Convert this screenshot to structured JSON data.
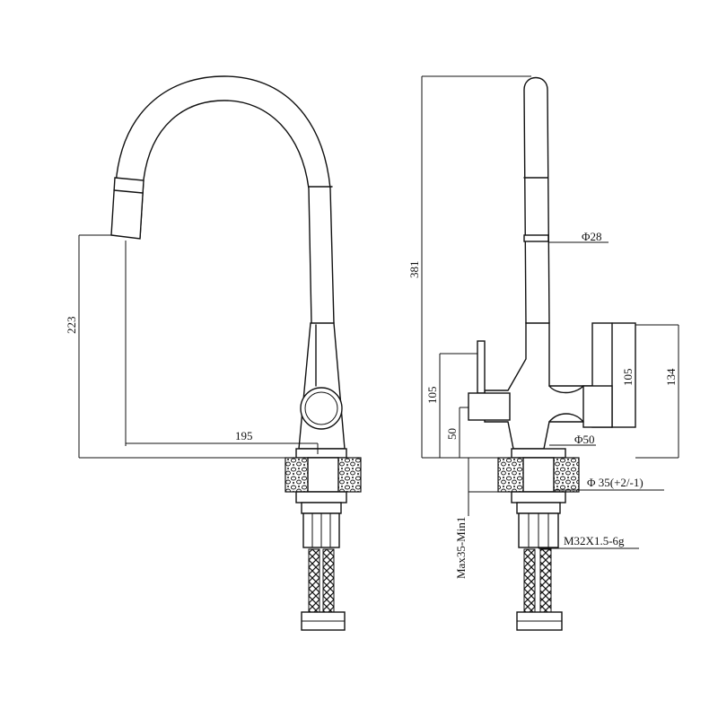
{
  "dimensions": {
    "reach_195": "195",
    "spout_height_223": "223",
    "total_height_381": "381",
    "pipe_dia_28": "Φ28",
    "body_dia_50": "Φ50",
    "hole_dia_35": "Φ 35(+2/-1)",
    "height_105_left": "105",
    "height_105_right": "105",
    "height_134": "134",
    "height_50": "50",
    "counter_thickness": "Max35-Min1",
    "thread": "M32X1.5-6g"
  },
  "colors": {
    "line": "#111111",
    "background": "#ffffff"
  }
}
